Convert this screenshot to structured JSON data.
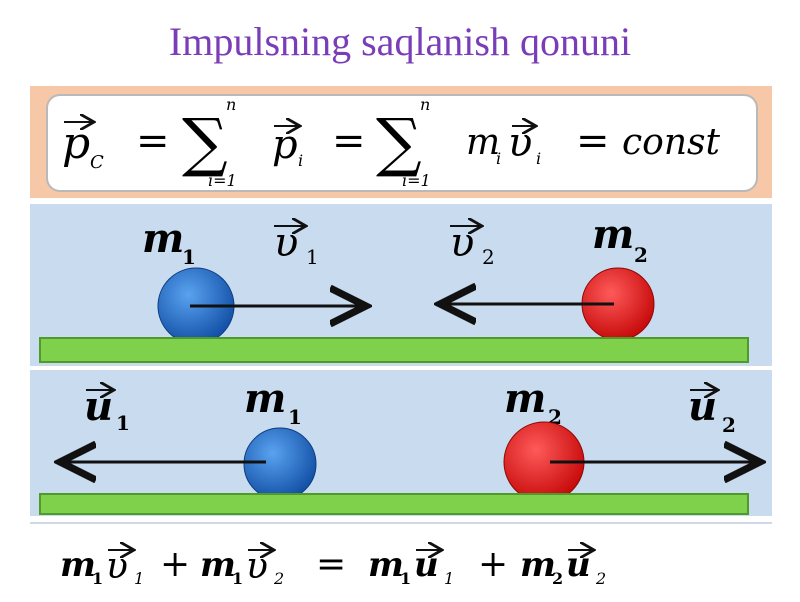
{
  "title": "Impulsning saqlanish qonuni",
  "top_formula": {
    "p_symbol": "p",
    "p_sub": "C",
    "eq": "=",
    "sum_upper": "n",
    "sum_lower": "i=1",
    "pi_symbol": "p",
    "pi_sub": "i",
    "m_symbol": "m",
    "m_sub": "i",
    "v_symbol": "υ",
    "v_sub": "i",
    "const": "const"
  },
  "before": {
    "m1": "m",
    "m1_sub": "1",
    "v1": "υ",
    "v1_sub": "1",
    "v2": "υ",
    "v2_sub": "2",
    "m2": "m",
    "m2_sub": "2"
  },
  "after": {
    "u1": "u",
    "u1_sub": "1",
    "m1": "m",
    "m1_sub": "1",
    "m2": "m",
    "m2_sub": "2",
    "u2": "u",
    "u2_sub": "2"
  },
  "bottom_formula": {
    "t1_m": "m",
    "t1_msub": "1",
    "t1_v": "υ",
    "t1_vsub": "1",
    "plus1": "+",
    "t2_m": "m",
    "t2_msub": "1",
    "t2_v": "υ",
    "t2_vsub": "2",
    "eq": "=",
    "t3_m": "m",
    "t3_msub": "1",
    "t3_u": "u",
    "t3_usub": "1",
    "plus2": "+",
    "t4_m": "m",
    "t4_msub": "2",
    "t4_u": "u",
    "t4_usub": "2"
  },
  "colors": {
    "title": "#7a3db8",
    "ball1": "#1f67c7",
    "ball2": "#e51c1c",
    "track": "#7fd04a",
    "panel": "#c9dcef"
  }
}
